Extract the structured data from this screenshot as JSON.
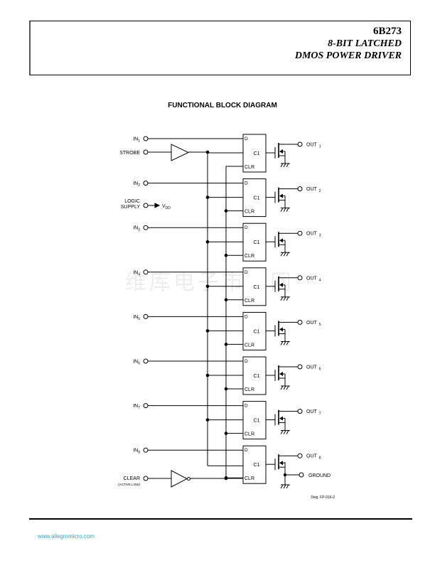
{
  "header": {
    "part_number": "6B273",
    "subtitle_line1": "8-BIT LATCHED",
    "subtitle_line2": "DMOS POWER DRIVER"
  },
  "diagram": {
    "title": "FUNCTIONAL BLOCK DIAGRAM",
    "stages": [
      {
        "input": "IN",
        "input_sub": "1",
        "output": "OUT",
        "output_sub": "1"
      },
      {
        "input": "IN",
        "input_sub": "2",
        "output": "OUT",
        "output_sub": "2"
      },
      {
        "input": "IN",
        "input_sub": "3",
        "output": "OUT",
        "output_sub": "3"
      },
      {
        "input": "IN",
        "input_sub": "4",
        "output": "OUT",
        "output_sub": "4"
      },
      {
        "input": "IN",
        "input_sub": "5",
        "output": "OUT",
        "output_sub": "5"
      },
      {
        "input": "IN",
        "input_sub": "6",
        "output": "OUT",
        "output_sub": "6"
      },
      {
        "input": "IN",
        "input_sub": "7",
        "output": "OUT",
        "output_sub": "7"
      },
      {
        "input": "IN",
        "input_sub": "8",
        "output": "OUT",
        "output_sub": "8"
      }
    ],
    "latch_pins": {
      "d": "D",
      "c1": "C1",
      "clr": "CLR"
    },
    "strobe_label": "STROBE",
    "logic_supply_line1": "LOGIC",
    "logic_supply_line2": "SUPPLY",
    "vdd_label": "V",
    "vdd_sub": "DD",
    "clear_label": "CLEAR",
    "clear_note": "(ACTIVE LOW)",
    "ground_label": "GROUND",
    "drawing_number": "Dwg. FP-016-2"
  },
  "watermark": "维库电子市场网",
  "footer": {
    "url": "www.allegromicro.com"
  }
}
